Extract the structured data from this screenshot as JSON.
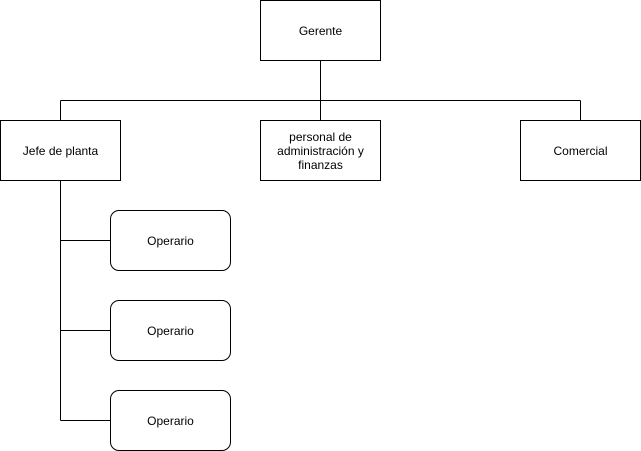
{
  "diagram": {
    "nodes": [
      {
        "id": "gerente",
        "label": "Gerente"
      },
      {
        "id": "jefe",
        "label": "Jefe de planta"
      },
      {
        "id": "admin",
        "label": "personal de administración y finanzas"
      },
      {
        "id": "comercial",
        "label": "Comercial"
      },
      {
        "id": "op1",
        "label": "Operario"
      },
      {
        "id": "op2",
        "label": "Operario"
      },
      {
        "id": "op3",
        "label": "Operario"
      }
    ],
    "edges": [
      {
        "from": "gerente",
        "to": "jefe"
      },
      {
        "from": "gerente",
        "to": "admin"
      },
      {
        "from": "gerente",
        "to": "comercial"
      },
      {
        "from": "jefe",
        "to": "op1"
      },
      {
        "from": "jefe",
        "to": "op2"
      },
      {
        "from": "jefe",
        "to": "op3"
      }
    ],
    "colors": {
      "stroke": "#000000",
      "fill": "#ffffff",
      "text": "#000000"
    }
  }
}
